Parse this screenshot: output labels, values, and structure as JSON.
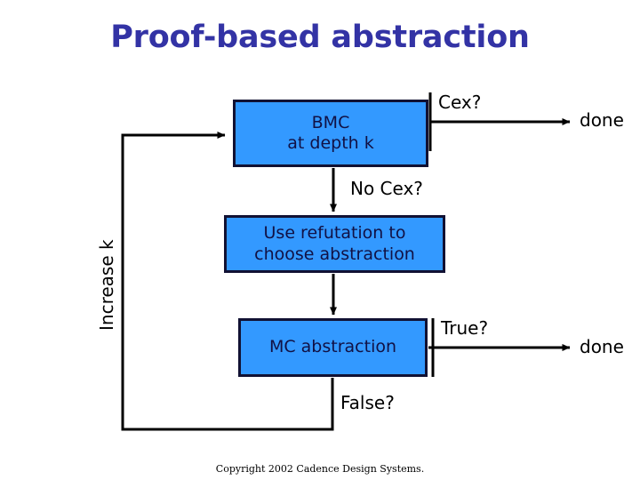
{
  "slide": {
    "title": "Proof-based abstraction",
    "title_color": "#3333A5",
    "background": "#ffffff"
  },
  "theme": {
    "box_fill": "#3399FF",
    "box_border": "#111133",
    "box_text": "#111144",
    "wire_color": "#000000",
    "label_color": "#000000"
  },
  "boxes": [
    {
      "id": "bmc",
      "text": "BMC\nat depth k"
    },
    {
      "id": "refutation",
      "text": "Use refutation to\nchoose abstraction"
    },
    {
      "id": "mc",
      "text": "MC abstraction"
    }
  ],
  "labels": {
    "cex": "Cex?",
    "done_top": "done",
    "no_cex": "No Cex?",
    "true": "True?",
    "done_bottom": "done",
    "false": "False?",
    "increase_k": "Increase k"
  },
  "footer": {
    "copyright": "Copyright 2002 Cadence Design Systems."
  }
}
